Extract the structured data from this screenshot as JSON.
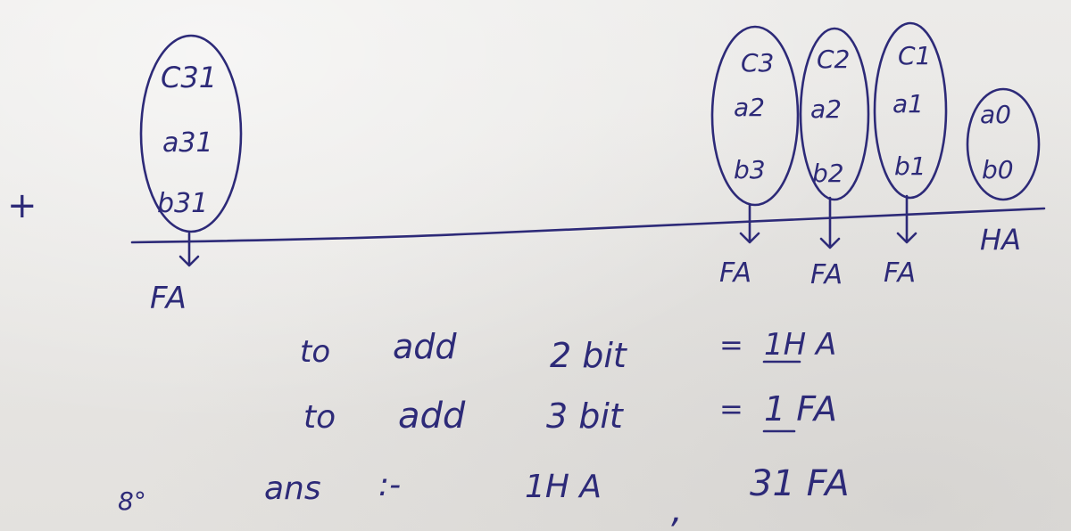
{
  "sign": "+",
  "left_column": {
    "carry": "C31",
    "a": "a31",
    "b": "b31",
    "adder": "FA"
  },
  "right_columns": [
    {
      "carry": "C3",
      "a": "a2",
      "b": "b3",
      "adder": "FA"
    },
    {
      "carry": "C2",
      "a": "a2",
      "b": "b2",
      "adder": "FA"
    },
    {
      "carry": "C1",
      "a": "a1",
      "b": "b1",
      "adder": "FA"
    },
    {
      "carry": "",
      "a": "a0",
      "b": "b0",
      "adder": "HA"
    }
  ],
  "lines": [
    {
      "prefix": "to",
      "verb": "add",
      "bits": "2 bit",
      "eq": "=",
      "result": "1H A"
    },
    {
      "prefix": "to",
      "verb": "add",
      "bits": "3 bit",
      "eq": "=",
      "result": "1 FA"
    }
  ],
  "answer": {
    "label": "8°",
    "word": "ans",
    "sep": ":-",
    "half_adders": "1H A",
    "comma": ",",
    "full_adders": "31 FA"
  },
  "ink_color": "#2d2a78"
}
